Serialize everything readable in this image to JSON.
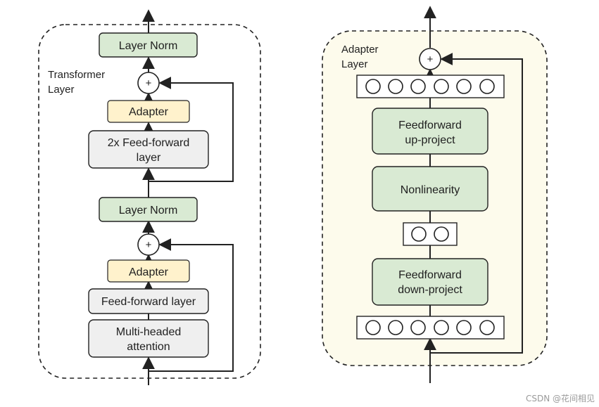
{
  "transformer": {
    "label_line1": "Transformer",
    "label_line2": "Layer",
    "layer_norm_top": "Layer Norm",
    "adapter_top": "Adapter",
    "ffn2x_line1": "2x Feed-forward",
    "ffn2x_line2": "layer",
    "layer_norm_bottom": "Layer Norm",
    "adapter_bottom": "Adapter",
    "ffn_layer": "Feed-forward layer",
    "mha_line1": "Multi-headed",
    "mha_line2": "attention",
    "plus_symbol": "+"
  },
  "adapter": {
    "label_line1": "Adapter",
    "label_line2": "Layer",
    "up_line1": "Feedforward",
    "up_line2": "up-project",
    "nonlinearity": "Nonlinearity",
    "down_line1": "Feedforward",
    "down_line2": "down-project",
    "plus_symbol": "+"
  },
  "watermark": "CSDN @花间相见",
  "colors": {
    "green_fill": "#d9ead3",
    "yellow_fill": "#fff2cc",
    "gray_fill": "#efefef",
    "adapter_bg": "#fdfbec",
    "stroke": "#222222"
  }
}
